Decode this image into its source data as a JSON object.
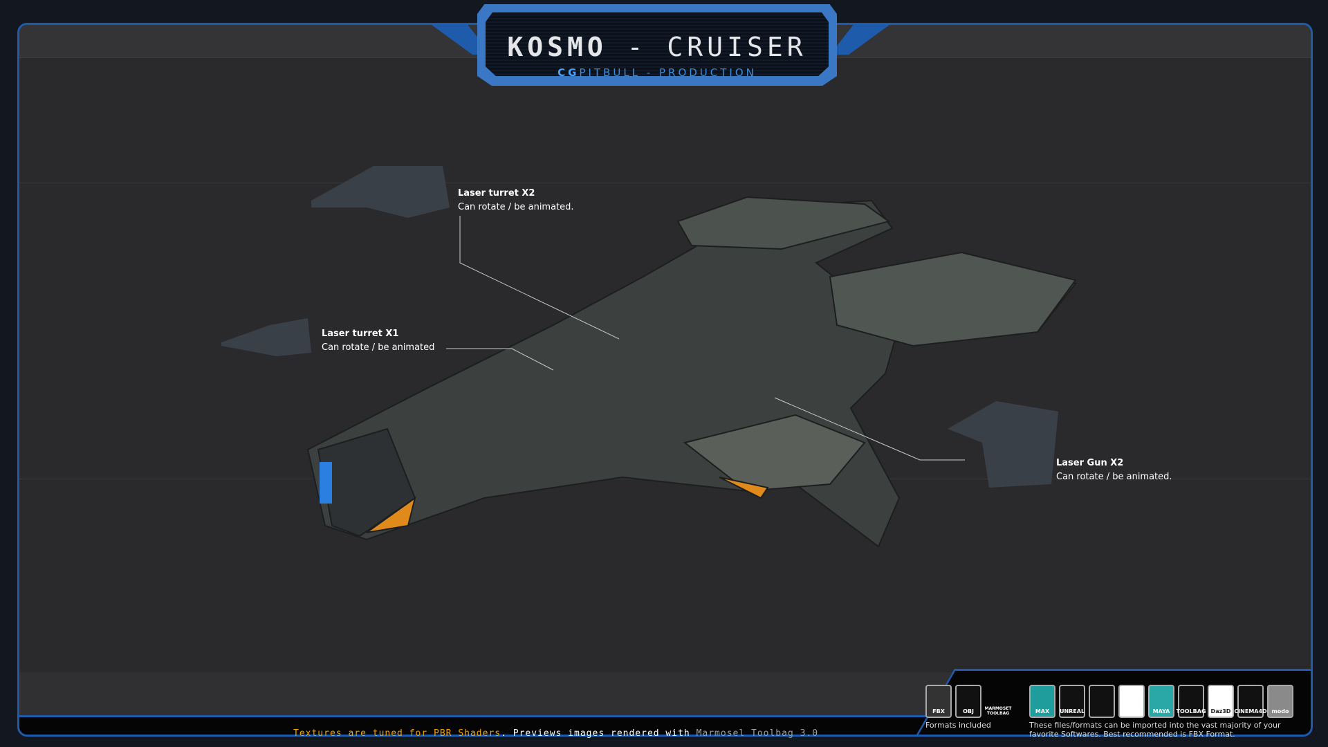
{
  "header": {
    "title_bold": "KOSMO",
    "title_rest": " - CRUISER",
    "subtitle_bold": "CG",
    "subtitle_rest": "PITBULL - PRODUCTION"
  },
  "callouts": [
    {
      "title": "Laser turret X2",
      "desc": "Can rotate / be animated."
    },
    {
      "title": "Laser turret X1",
      "desc": "Can rotate / be animated"
    },
    {
      "title": "Laser Gun X2",
      "desc": "Can rotate / be animated."
    }
  ],
  "footer": {
    "part1": "Textures are tuned for PBR Shaders",
    "part2": ". Previews images rendered with ",
    "part3": "Marmosel Toolbag 3.0"
  },
  "formats": {
    "items": [
      {
        "label": "FBX",
        "icon": "fbx-icon"
      },
      {
        "label": "OBJ",
        "icon": "obj-icon"
      },
      {
        "label": "MARMOSET TOOLBAG",
        "icon": "marmoset-icon"
      }
    ],
    "caption": "Formats included"
  },
  "software": {
    "items": [
      {
        "label": "MAX",
        "icon": "3dsmax-icon",
        "color": "#1f9c9c"
      },
      {
        "label": "UNREAL",
        "icon": "unreal-icon",
        "color": "#111111"
      },
      {
        "label": "",
        "icon": "unity-icon",
        "color": "#111111"
      },
      {
        "label": "",
        "icon": "blender-icon",
        "color": "#ffffff"
      },
      {
        "label": "MAYA",
        "icon": "maya-icon",
        "color": "#2aa8a8"
      },
      {
        "label": "TOOLBAG",
        "icon": "marmoset-icon",
        "color": "#111111"
      },
      {
        "label": "Daz3D",
        "icon": "daz3d-icon",
        "color": "#ffffff"
      },
      {
        "label": "CINEMA4D",
        "icon": "cinema4d-icon",
        "color": "#111111"
      },
      {
        "label": "modo",
        "icon": "modo-icon",
        "color": "#8a8a8a"
      }
    ],
    "caption": "These files/formats can be imported into the vast majority of your favorite Softwares. Best recommended is FBX Format."
  },
  "colors": {
    "accent": "#1f5bab",
    "highlight": "#f5a300"
  }
}
